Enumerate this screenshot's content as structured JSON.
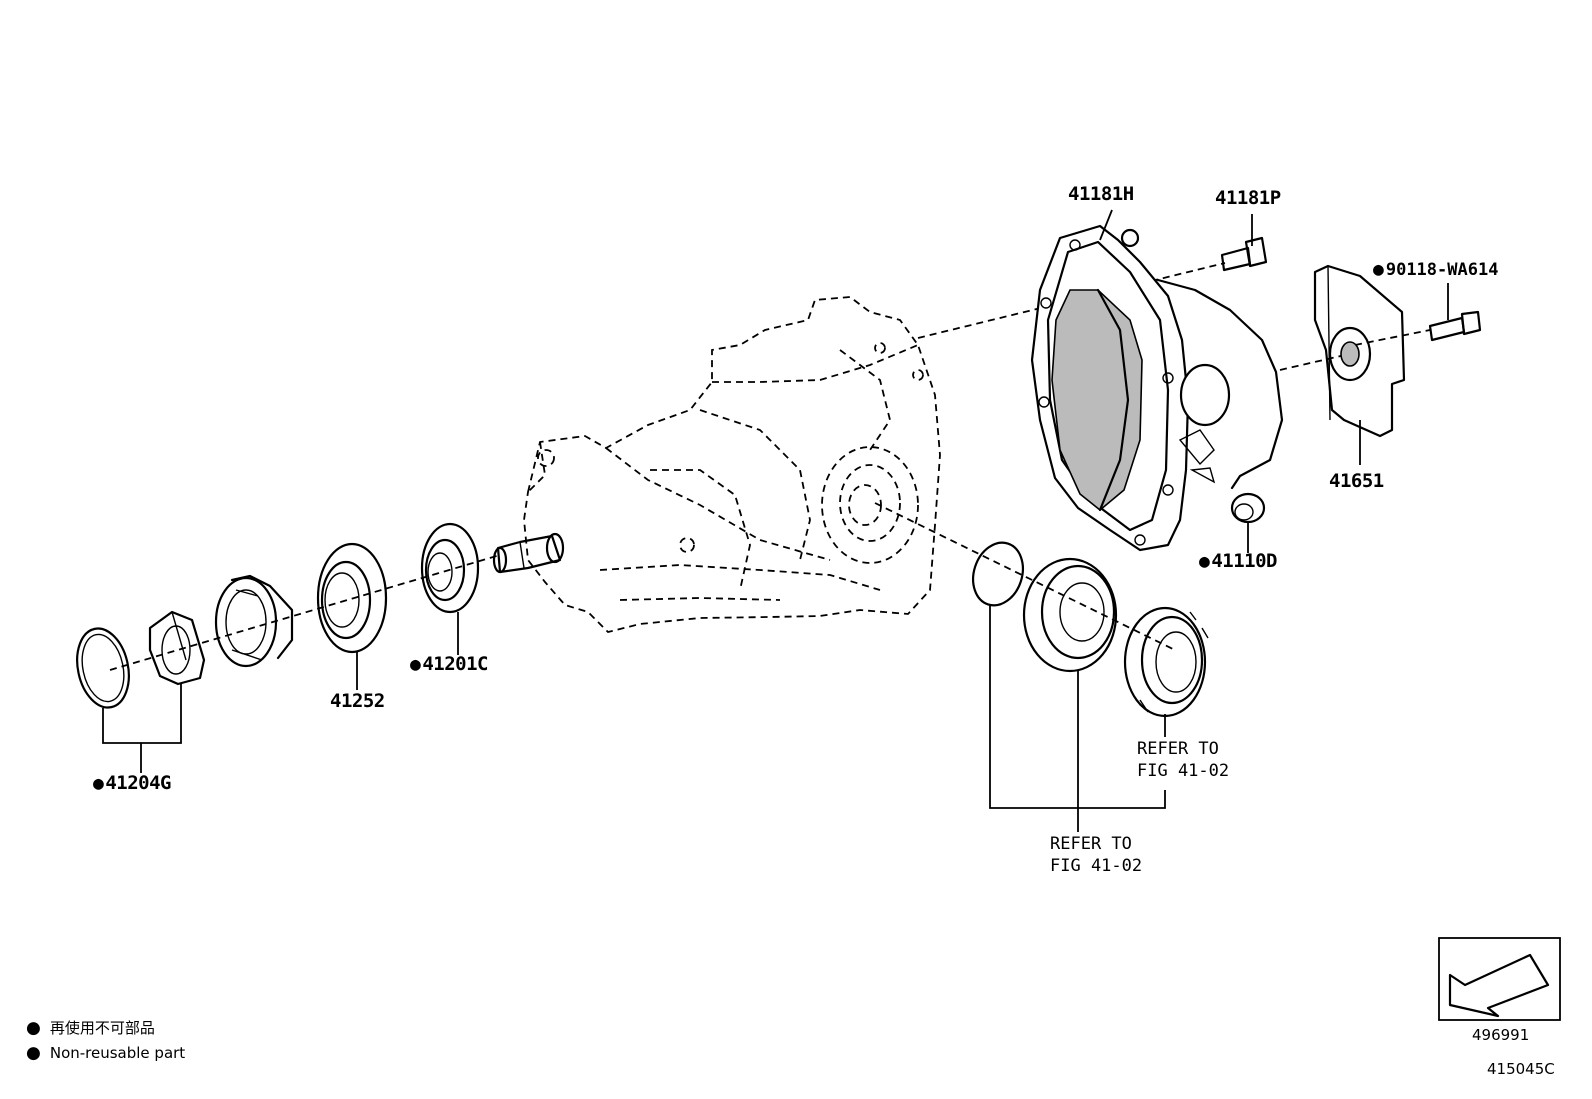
{
  "parts": {
    "p41181H": "41181H",
    "p41181P": "41181P",
    "p90118": "90118-WA614",
    "p41651": "41651",
    "p41110D": "41110D",
    "p41201C": "41201C",
    "p41252": "41252",
    "p41204G": "41204G"
  },
  "refs": {
    "ref1_line1": "REFER TO",
    "ref1_line2": "FIG 41-02",
    "ref2_line1": "REFER TO",
    "ref2_line2": "FIG 41-02"
  },
  "legend": {
    "jp": "再使用不可部品",
    "en": "Non-reusable part"
  },
  "view_code": "496991",
  "figure_code": "415045C",
  "icons": {
    "non_reusable_marker": "filled-circle-icon",
    "view_direction": "arrow-icon"
  }
}
